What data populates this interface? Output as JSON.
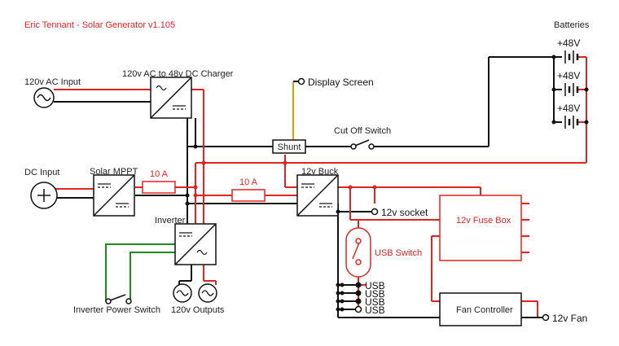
{
  "title": "Eric Tennant - Solar Generator v1.105",
  "labels": {
    "ac_input": "120v AC Input",
    "charger": "120v AC to 48v DC Charger",
    "display": "Display Screen",
    "cutoff": "Cut Off Switch",
    "shunt": "Shunt",
    "batteries": "Batteries",
    "battery_voltage": "+48V",
    "dc_input": "DC Input",
    "mppt": "Solar MPPT",
    "fuse_a": "10 A",
    "fuse_b": "10 A",
    "buck": "12v Buck",
    "socket": "12v socket",
    "fuse_box": "12v Fuse Box",
    "usb_switch": "USB Switch",
    "inverter": "Inverter",
    "inverter_switch": "Inverter Power Switch",
    "outputs": "120v Outputs",
    "usb": "USB",
    "fan_controller": "Fan Controller",
    "fan": "12v Fan"
  },
  "colors": {
    "positive": "#e02424",
    "negative": "#111111",
    "switch_wire": "#1f8a1f",
    "data_wire": "#e0a000"
  }
}
